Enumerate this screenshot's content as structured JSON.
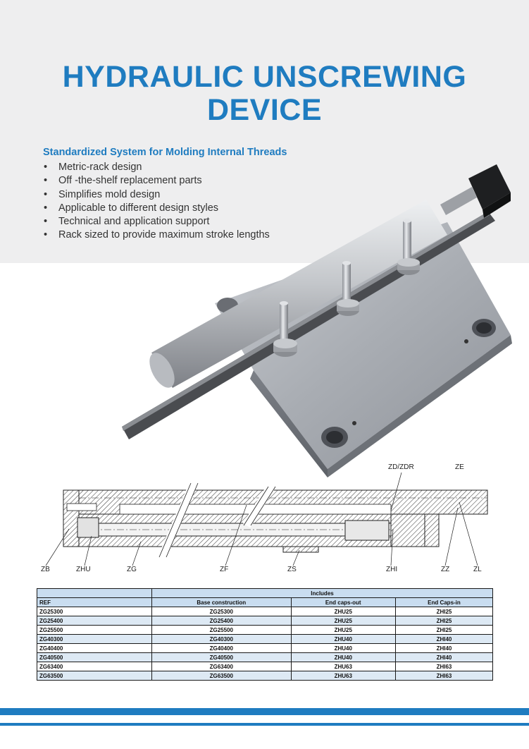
{
  "header": {
    "title_line1": "HYDRAULIC UNSCREWING",
    "title_line2": "DEVICE",
    "subtitle": "Standardized System for Molding Internal Threads"
  },
  "features": [
    "Metric-rack design",
    "Off -the-shelf replacement parts",
    "Simplifies mold design",
    "Applicable to different design styles",
    "Technical and application support",
    "Rack sized to provide maximum stroke lengths"
  ],
  "drawing": {
    "callouts": {
      "zd_zdr": "ZD/ZDR",
      "ze": "ZE",
      "zb": "ZB",
      "zhu": "ZHU",
      "zg": "ZG",
      "zf": "ZF",
      "zs": "ZS",
      "zhi": "ZHI",
      "zz": "ZZ",
      "zl": "ZL"
    }
  },
  "table": {
    "group_header": "Includes",
    "columns": [
      "REF",
      "Base construction",
      "End caps-out",
      "End Caps-in"
    ],
    "rows": [
      [
        "ZG25300",
        "ZG25300",
        "ZHU25",
        "ZHI25"
      ],
      [
        "ZG25400",
        "ZG25400",
        "ZHU25",
        "ZHI25"
      ],
      [
        "ZG25500",
        "ZG25500",
        "ZHU25",
        "ZHI25"
      ],
      [
        "ZG40300",
        "ZG40300",
        "ZHU40",
        "ZHI40"
      ],
      [
        "ZG40400",
        "ZG40400",
        "ZHU40",
        "ZHI40"
      ],
      [
        "ZG40500",
        "ZG40500",
        "ZHU40",
        "ZHI40"
      ],
      [
        "ZG63400",
        "ZG63400",
        "ZHU63",
        "ZHI63"
      ],
      [
        "ZG63500",
        "ZG63500",
        "ZHU63",
        "ZHI63"
      ]
    ]
  },
  "colors": {
    "accent": "#1f7cc0",
    "band": "#eeeeef",
    "table_header": "#c9ddf0",
    "table_stripe": "#dde9f4"
  }
}
